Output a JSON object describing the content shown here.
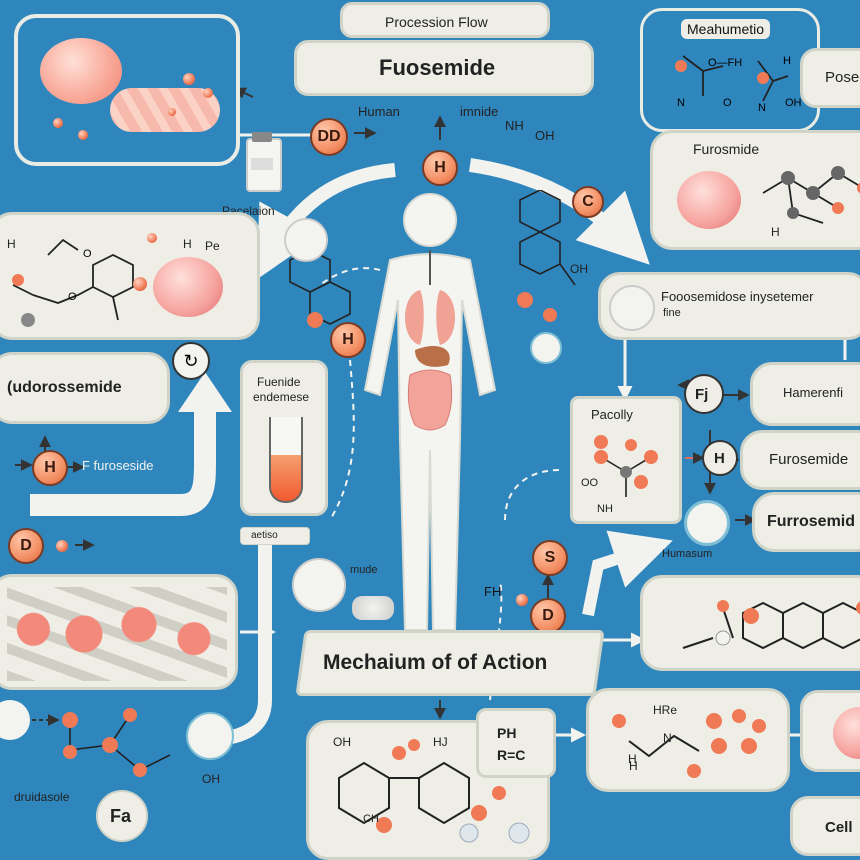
{
  "top": {
    "process_flow": "Procession Flow",
    "title": "Fuosemide",
    "mechanism_box": "Meahumetio",
    "posee": "Posee"
  },
  "center": {
    "human_label": "Human",
    "imide_label": "imnide",
    "oh_labels": [
      "OH",
      "OH"
    ],
    "nh_label": "NH",
    "badge_h": "H",
    "badge_dd": "DD",
    "badge_c": "C"
  },
  "left": {
    "pacelation": "Pacelaion",
    "fudorosemide": "(udorossemide",
    "furosemide_small": "F furoseside",
    "fuenide_title": "Fuenide",
    "fuenide_sub": "endemese",
    "aside_tag": "aetiso",
    "badge_h": "H",
    "badge_d": "D",
    "druidasole": "druidasole",
    "fa_badge": "Fa",
    "h_label": "H",
    "p_label": "Pe",
    "h2_label": "H",
    "oh_label": "OH"
  },
  "right": {
    "furosmide_title": "Furosmide",
    "h_label": "H",
    "fooosemide_title": "Fooosemidose inysetemer",
    "fooosemide_sub": "fine",
    "pacolly": "Pacolly",
    "pacolly_oo": "OO",
    "pacolly_nh": "NH",
    "hamerenfi": "Hamerenfi",
    "fj_badge": "Fj",
    "furosemide_h": "Furosemide",
    "h_badge": "H",
    "furosemide_bold": "Furrosemid",
    "humacum": "Humasum",
    "cell": "Cell"
  },
  "bottom": {
    "banner": "Mechaium of of Action",
    "middle_label": "mude",
    "fh_label": "FH",
    "badge_s": "S",
    "badge_d": "D",
    "ph_label": "PH",
    "rc_label": "R=C",
    "oh_label": "OH",
    "hj_label": "HJ",
    "ch_label": "CH",
    "hr_label": "HRe",
    "n_label": "N",
    "h_label": "H",
    "h3_label": "H"
  },
  "colors": {
    "background": "#2f86bd",
    "panel": "#eeeee6",
    "accent_orange": "#f28b5f",
    "organ_pink": "#f6a39e"
  },
  "icons": [
    "heart-organ-icon",
    "medicine-bottle-icon",
    "test-tube-icon",
    "human-body-icon",
    "molecule-icon",
    "kidney-cell-icon",
    "recycle-icon"
  ]
}
